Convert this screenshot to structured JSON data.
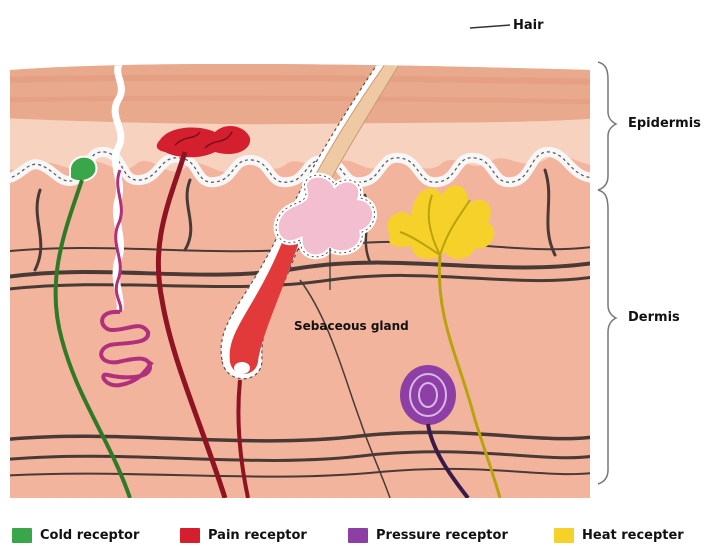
{
  "labels": {
    "hair": "Hair",
    "epidermis": "Epidermis",
    "dermis": "Dermis",
    "sebaceous_gland": "Sebaceous gland"
  },
  "legend": [
    {
      "label": "Cold receptor",
      "color": "#3aa64a",
      "icon": "cold-receptor-swatch"
    },
    {
      "label": "Pain receptor",
      "color": "#d4202e",
      "icon": "pain-receptor-swatch"
    },
    {
      "label": "Pressure receptor",
      "color": "#8e3fa6",
      "icon": "pressure-receptor-swatch"
    },
    {
      "label": "Heat recepter",
      "color": "#f5d12a",
      "icon": "heat-receptor-swatch"
    }
  ],
  "colors": {
    "epidermis_top": "#e9a98c",
    "epidermis_lower": "#f4cdb8",
    "dermis": "#f2b49c",
    "fiber": "#4a3a36",
    "hair": "#efc9a4",
    "sweat_gland": "#b0307c",
    "pain_nerve": "#8e1422",
    "cold_nerve": "#2f7a26",
    "heat_nerve": "#b9a30c",
    "pressure_nerve": "#3a1a4a",
    "bracket": "#777777"
  }
}
